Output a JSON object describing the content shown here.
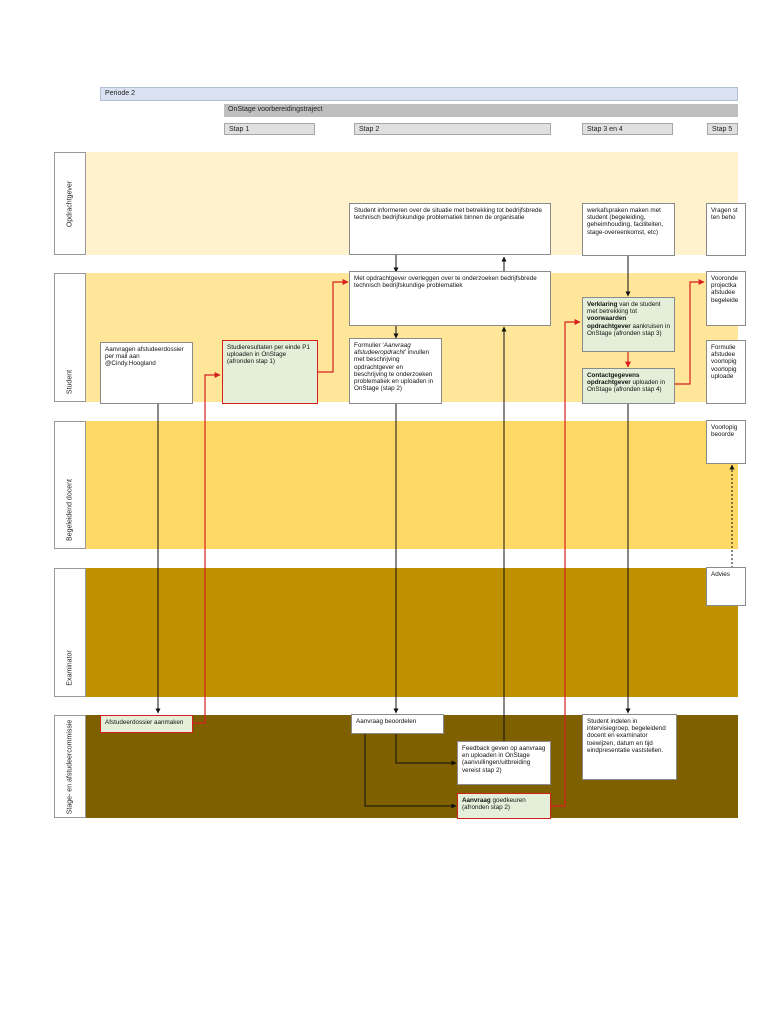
{
  "headers": {
    "periode": "Periode 2",
    "traject": "OnStage voorbereidingstraject",
    "stap1": "Stap 1",
    "stap2": "Stap 2",
    "stap34": "Stap 3 en 4",
    "stap5": "Stap 5"
  },
  "lanes": {
    "opdrachtgever": "Opdrachtgever",
    "student": "Student",
    "begeleidend": "Begeleidend docent",
    "examinator": "Examinator",
    "commissie": "Stage- en afstudeercommissie"
  },
  "colors": {
    "opdrachtgever": "#fff2cc",
    "student": "#ffe699",
    "begeleidend": "#ffd966",
    "examinator": "#bf9000",
    "commissie": "#7f6000",
    "green_box": "#e3efd9",
    "red": "#d62020"
  },
  "boxes": {
    "b_informeren": "Student informeren over de situatie met betrekking tot bedrijfsbrede technisch bedrijfskundige problematiek binnen de organisatie",
    "b_werkafspraken": "werkafspraken maken met student (begeleiding, geheimhouding, faciliteiten, stage-overeenkomst, etc)",
    "b_vragen": "Vragen st ten beho",
    "b_overleggen": "Met opdrachtgever overleggen over te onderzoeken bedrijfsbrede technisch bedrijfskundige problematiek",
    "b_verklaring_1": "Verklaring",
    "b_verklaring_2": " van de student met betrekking tot ",
    "b_verklaring_3": "voorwaarden opdrachtgever",
    "b_verklaring_4": " aankruisen in OnStage (afronden stap 3)",
    "b_voorond": "Vooronde projectka afstudee begeleide",
    "b_aanvragen": "Aanvragen afstudeerdossier per mail aan @Cindy.Hoogland",
    "b_studieresultaten": "Studieresultaten per einde P1 uploaden in OnStage (afronden stap 1)",
    "b_formulier_1": "Formulier ‘",
    "b_formulier_2": "Aanvraag afstudeeropdracht",
    "b_formulier_3": "’ invullen met beschrijving opdrachtgever en beschrijving te onderzoeken problematiek en uploaden in OnStage (stap 2)",
    "b_contact_1": "Contactgegevens opdrachtgever",
    "b_contact_2": " uploaden in OnStage (afronden stap 4)",
    "b_formul_r": "Formulie afstudee voorlopig voorlopig uploade",
    "b_voorlopig": "Voorlopig beoorde",
    "b_advies": "Advies",
    "b_dossier": "Afstudeerdossier aanmaken",
    "b_beoordelen": "Aanvraag beoordelen",
    "b_indelen": "Student indelen in intervisiegroep, begeleidend docent en examinator toewijzen, datum en tijd eindpresentatie vaststellen.",
    "b_feedback": "Feedback geven op aanvraag en uploaden in OnStage (aanvullingen/uitbreiding vereist stap 2)",
    "b_goed_1": "Aanvraag",
    "b_goed_2": " goedkeuren (afronden stap 2)"
  }
}
